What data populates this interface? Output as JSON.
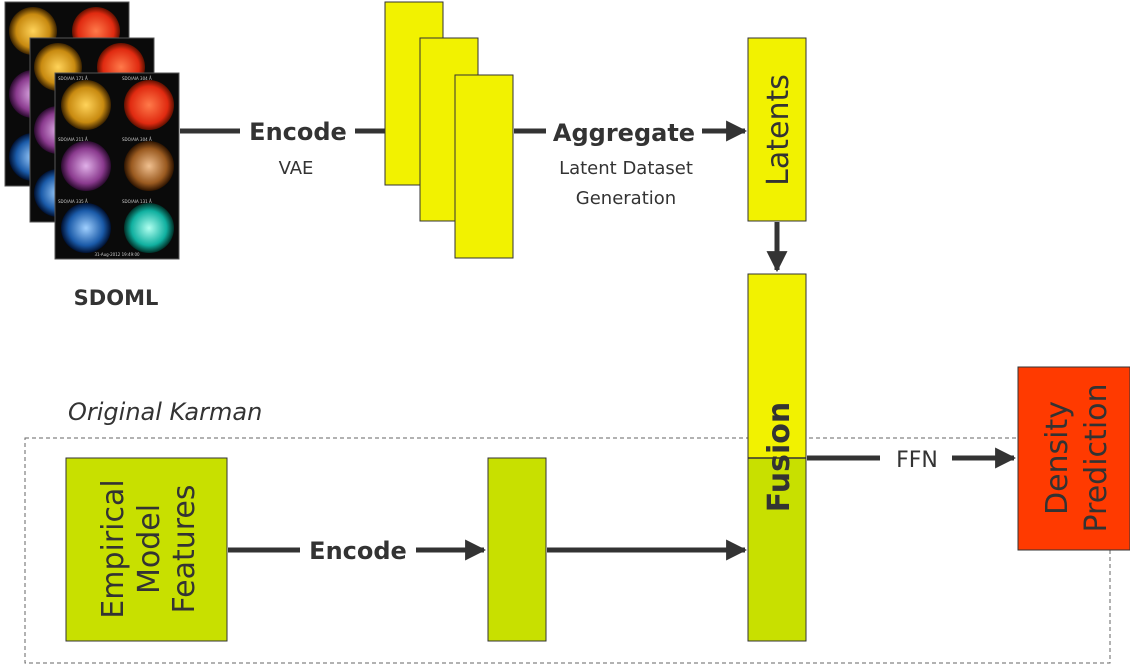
{
  "top": {
    "sdoml_label": "SDOML",
    "encode_label": "Encode",
    "vae_label": "VAE",
    "aggregate_label": "Aggregate",
    "latent_dataset_line1": "Latent Dataset",
    "latent_dataset_line2": "Generation",
    "latents_label": "Latents"
  },
  "bottom": {
    "section_title": "Original Karman",
    "empirical_line1": "Empirical",
    "empirical_line2": "Model",
    "empirical_line3": "Features",
    "encode_label": "Encode",
    "fusion_label": "Fusion",
    "ffn_label": "FFN",
    "density_line1": "Density",
    "density_line2": "Prediction"
  },
  "sun_thumbs": {
    "labels": [
      "SDO/AIA 171 Å",
      "SDO/AIA 304 Å",
      "SDO/AIA 211 Å",
      "SDO/AIA 304 Å",
      "SDO/AIA 335 Å",
      "SDO/AIA 131 Å"
    ],
    "date": "31-Aug-2012 19:49:00"
  },
  "colors": {
    "yellow": "#f2f200",
    "lime": "#c8e000",
    "red": "#ff3a00",
    "arrow": "#333333"
  }
}
